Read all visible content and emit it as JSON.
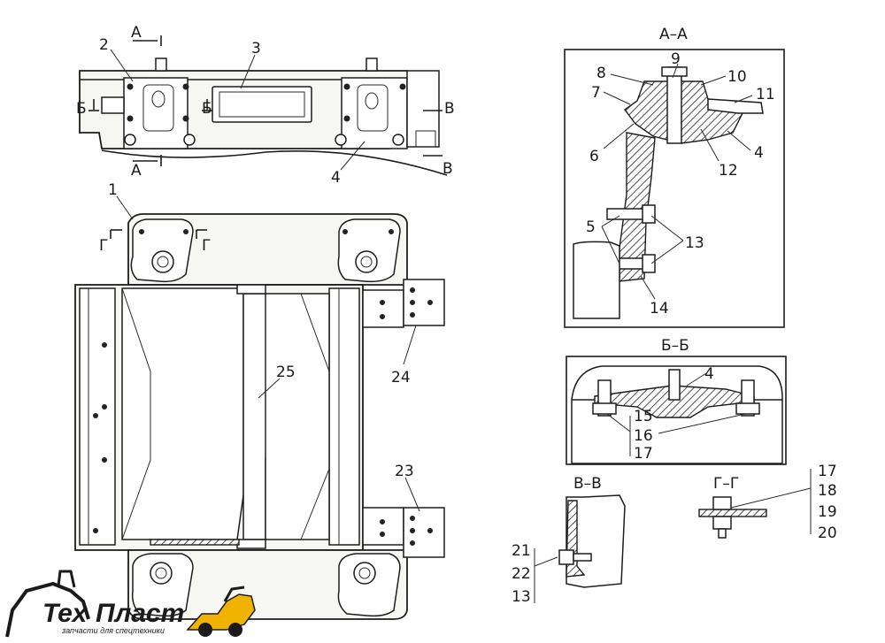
{
  "section_titles": {
    "aa": "А–А",
    "bb": "Б–Б",
    "vv": "В–В",
    "gg": "Г–Г"
  },
  "cut_marks": {
    "a": "А",
    "b": "Б",
    "v": "В",
    "g": "Г"
  },
  "main_view_labels": [
    "1",
    "2",
    "3",
    "4",
    "23",
    "24",
    "25"
  ],
  "aa_labels": [
    "4",
    "5",
    "6",
    "7",
    "8",
    "9",
    "10",
    "11",
    "12",
    "13",
    "14"
  ],
  "bb_labels": [
    "4",
    "15",
    "16",
    "17"
  ],
  "vv_labels": [
    "21",
    "22",
    "13"
  ],
  "gg_labels": [
    "17",
    "18",
    "19",
    "20"
  ],
  "logo": {
    "brand_part1": "Тех",
    "brand_part2": "Пласт",
    "tagline": "запчасти для спецтехники",
    "colors": {
      "dark": "#1b1b1b",
      "accent": "#f0b400"
    }
  }
}
